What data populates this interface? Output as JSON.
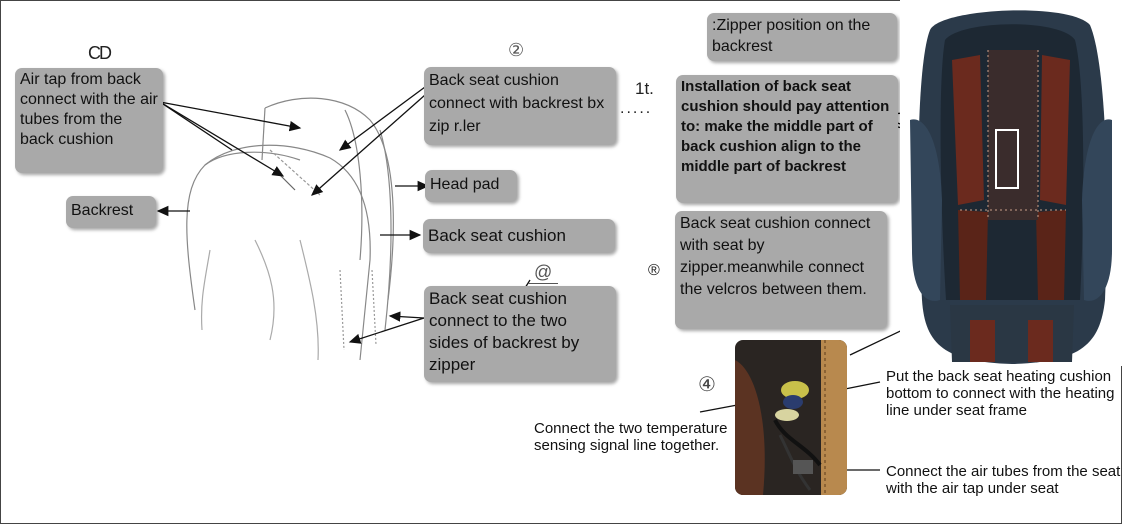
{
  "markers": {
    "m1": "CD",
    "m2": "②",
    "m3": "@",
    "m_registered": "®",
    "m4": "④",
    "m_1t": "1t.",
    "m_dots": "....."
  },
  "callouts": {
    "air_tap": "Air tap from back connect with the air tubes from the back cushion",
    "backrest": "Backrest",
    "zip_backrest": "Back seat cushion connect with backrest bx zip r.ler",
    "head_pad": "Head pad",
    "back_seat_cushion": "Back seat cushion",
    "two_sides": "Back seat cushion connect to the two sides of backrest by zipper",
    "zipper_position": ":Zipper position on the backrest",
    "installation": "Installation of back seat cushion should pay attention to: make the middle part of back cushion align to the middle part of backrest",
    "seat_zipper": "Back seat cushion connect with seat by zipper.meanwhile connect the velcros between them."
  },
  "notes": {
    "temperature": "Connect the two temperature sensing signal line together.",
    "heating": "Put the back seat heating cushion bottom to connect with the heating line under seat frame",
    "air_tubes_seat": "Connect the air tubes from the seat with the air tap under seat"
  },
  "colors": {
    "box_fill": "#a9a9a9",
    "chair_dark": "#2b3a4a",
    "chair_brown": "#6b2a1e"
  }
}
